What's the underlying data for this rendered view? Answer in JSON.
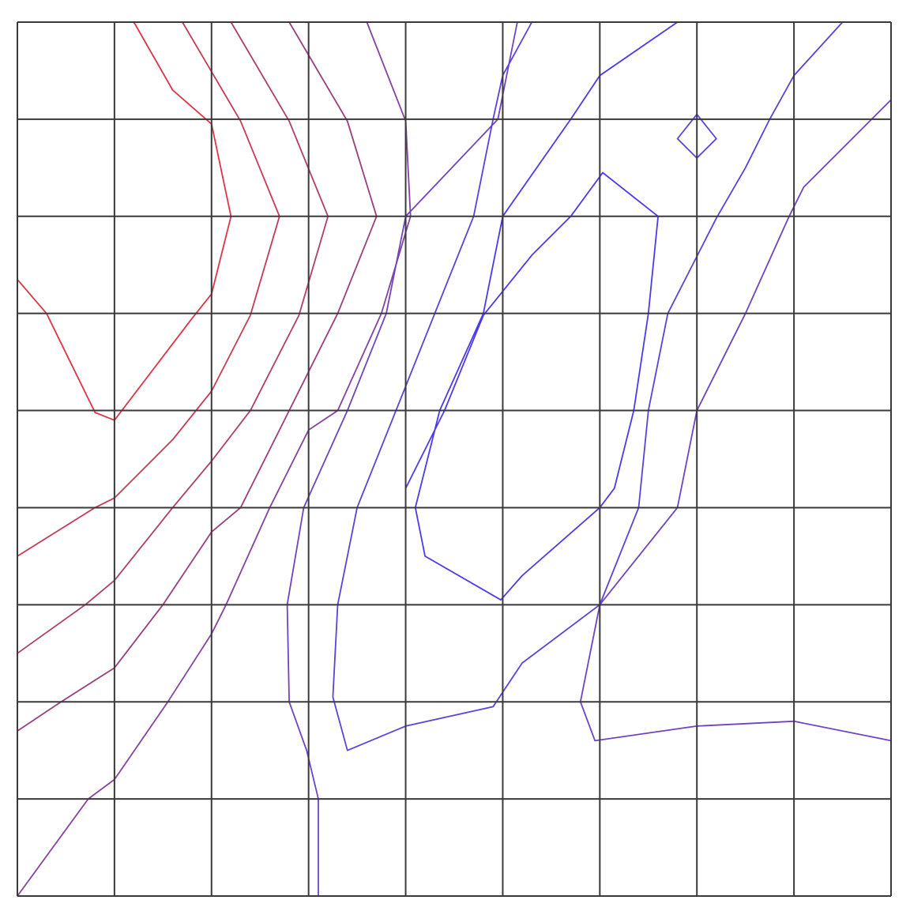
{
  "chart_data": {
    "type": "contour",
    "title": "",
    "xlabel": "",
    "ylabel": "",
    "grid": true,
    "legend": "none",
    "grid_columns": 9,
    "grid_rows": 9,
    "xlim": [
      0,
      9
    ],
    "ylim": [
      0,
      9
    ],
    "colors": {
      "grid": "#3a3a3a",
      "background": "#ffffff",
      "level_low": "#4a3af0",
      "level_high": "#dc3545"
    },
    "contours": [
      {
        "color": "#dc3545",
        "segments": [
          [
            [
              0,
              6.35
            ],
            [
              0.3,
              6.0
            ],
            [
              0.8,
              4.98
            ],
            [
              1,
              4.9
            ]
          ],
          [
            [
              1,
              4.9
            ],
            [
              1.8,
              5.95
            ],
            [
              2,
              6.2
            ],
            [
              2.2,
              7.0
            ],
            [
              2,
              7.95
            ],
            [
              1.6,
              8.3
            ],
            [
              1.2,
              9.0
            ]
          ]
        ]
      },
      {
        "color": "#c73a55",
        "segments": [
          [
            [
              0,
              3.5
            ],
            [
              0.8,
              4.0
            ],
            [
              1,
              4.1
            ],
            [
              1.6,
              4.7
            ],
            [
              2,
              5.2
            ],
            [
              2.4,
              5.98
            ],
            [
              2.7,
              7.0
            ],
            [
              2.3,
              7.98
            ],
            [
              1.7,
              9.0
            ]
          ]
        ]
      },
      {
        "color": "#b03e68",
        "segments": [
          [
            [
              0,
              2.5
            ],
            [
              0.7,
              3.0
            ],
            [
              1,
              3.25
            ],
            [
              1.6,
              4.0
            ],
            [
              2,
              4.48
            ],
            [
              2.4,
              5.0
            ],
            [
              2.9,
              5.98
            ],
            [
              3.2,
              7.0
            ],
            [
              2.8,
              7.98
            ],
            [
              2.2,
              9.0
            ]
          ]
        ]
      },
      {
        "color": "#9a3f7d",
        "segments": [
          [
            [
              0,
              1.7
            ],
            [
              0.45,
              2.0
            ],
            [
              1,
              2.35
            ],
            [
              1.5,
              3.0
            ],
            [
              2,
              3.75
            ],
            [
              2.3,
              4.0
            ],
            [
              2.8,
              5.0
            ],
            [
              3.3,
              6.0
            ],
            [
              3.7,
              7.0
            ],
            [
              3.4,
              7.98
            ],
            [
              2.8,
              9.0
            ]
          ]
        ]
      },
      {
        "color": "#8543a0",
        "segments": [
          [
            [
              0,
              0.0
            ],
            [
              0.73,
              1.0
            ],
            [
              1,
              1.2
            ],
            [
              1.55,
              2.0
            ],
            [
              2,
              2.7
            ],
            [
              2.15,
              3.0
            ],
            [
              2.6,
              4.0
            ],
            [
              3,
              4.8
            ],
            [
              3.3,
              5.0
            ],
            [
              3.75,
              6.0
            ],
            [
              4.05,
              7.0
            ],
            [
              4.0,
              7.98
            ],
            [
              3.6,
              9.0
            ]
          ]
        ]
      },
      {
        "color": "#6f44c2",
        "segments": [
          [
            [
              3.1,
              0.0
            ],
            [
              3.1,
              1.0
            ],
            [
              2.98,
              1.5
            ],
            [
              2.8,
              2.0
            ],
            [
              2.78,
              3.0
            ],
            [
              2.95,
              4.0
            ],
            [
              3.4,
              5.0
            ],
            [
              3.8,
              6.0
            ],
            [
              4.0,
              7.0
            ],
            [
              4.95,
              8.0
            ],
            [
              5.15,
              9.0
            ]
          ],
          [
            [
              9,
              8.2
            ],
            [
              8.1,
              7.3
            ],
            [
              7.95,
              7.0
            ],
            [
              7.5,
              6.0
            ],
            [
              7.0,
              5.0
            ],
            [
              6.8,
              4.0
            ],
            [
              6.0,
              3.0
            ],
            [
              5.95,
              2.75
            ],
            [
              5.8,
              2.0
            ],
            [
              5.95,
              1.6
            ],
            [
              7.0,
              1.75
            ],
            [
              8.0,
              1.8
            ],
            [
              9,
              1.6
            ]
          ]
        ]
      },
      {
        "color": "#5b42dc",
        "segments": [
          [
            [
              7.95,
              0
            ],
            [
              7.8,
              0
            ],
            [
              7.8,
              0
            ]
          ],
          [
            [
              5.3,
              9.0
            ],
            [
              5.0,
              8.45
            ],
            [
              4.9,
              8.0
            ],
            [
              4.7,
              7.0
            ],
            [
              4.3,
              6.0
            ],
            [
              3.9,
              5.0
            ],
            [
              3.5,
              4.0
            ],
            [
              3.3,
              3.0
            ],
            [
              3.25,
              2.05
            ],
            [
              3.4,
              1.5
            ],
            [
              4.0,
              1.75
            ],
            [
              4.9,
              1.95
            ],
            [
              5.2,
              2.4
            ],
            [
              6.0,
              3.0
            ],
            [
              6.4,
              4.0
            ],
            [
              6.5,
              5.0
            ],
            [
              6.7,
              6.0
            ],
            [
              7.2,
              6.98
            ],
            [
              7.5,
              7.5
            ],
            [
              7.75,
              8.0
            ],
            [
              8.0,
              8.45
            ],
            [
              8.5,
              9.0
            ]
          ],
          [
            [
              7.0,
              8.05
            ],
            [
              7.0,
              8.05
            ],
            [
              7.2,
              7.8
            ],
            [
              7.0,
              7.6
            ],
            [
              6.8,
              7.8
            ],
            [
              7.0,
              8.05
            ]
          ]
        ]
      },
      {
        "color": "#4a3af0",
        "segments": [
          [
            [
              6.8,
              9.0
            ],
            [
              6.0,
              8.45
            ],
            [
              5.7,
              8.0
            ],
            [
              5.0,
              7.0
            ],
            [
              4.8,
              6.0
            ],
            [
              4.35,
              5.0
            ],
            [
              4.1,
              4.0
            ],
            [
              4.2,
              3.5
            ],
            [
              4.98,
              3.05
            ],
            [
              5.2,
              3.3
            ],
            [
              6.0,
              4.0
            ],
            [
              6.15,
              4.2
            ],
            [
              6.35,
              5.0
            ],
            [
              6.5,
              6.0
            ],
            [
              6.6,
              7.0
            ],
            [
              6.03,
              7.45
            ],
            [
              5.7,
              7.0
            ],
            [
              5.3,
              6.6
            ],
            [
              4.8,
              5.98
            ],
            [
              4.4,
              5.0
            ],
            [
              4.0,
              4.2
            ]
          ]
        ]
      }
    ]
  }
}
